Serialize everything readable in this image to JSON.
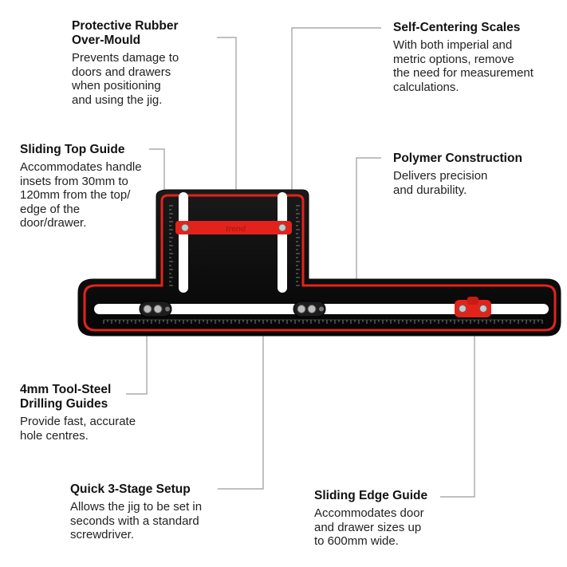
{
  "colors": {
    "accent": "#e3231b",
    "body": "#0e0e0e",
    "leader": "#9a9a9a"
  },
  "callouts": {
    "rubber": {
      "title": "Protective Rubber\nOver-Mould",
      "desc": "Prevents damage to\ndoors and drawers\nwhen positioning\nand using the jig."
    },
    "scales": {
      "title": "Self-Centering Scales",
      "desc": "With both imperial and\nmetric options, remove\nthe need for measurement\ncalculations."
    },
    "top_guide": {
      "title": "Sliding Top Guide",
      "desc": "Accommodates handle\ninsets from 30mm to\n120mm from the top/\nedge of the\ndoor/drawer."
    },
    "polymer": {
      "title": "Polymer Construction",
      "desc": "Delivers precision\nand durability."
    },
    "drilling": {
      "title": "4mm Tool-Steel\nDrilling Guides",
      "desc": "Provide fast, accurate\nhole centres."
    },
    "setup": {
      "title": "Quick 3-Stage Setup",
      "desc": "Allows the jig to be set in\nseconds with a standard\nscrewdriver."
    },
    "edge_guide": {
      "title": "Sliding Edge Guide",
      "desc": "Accommodates door\nand drawer sizes up\nto 600mm wide."
    }
  },
  "jig": {
    "brand": "trend"
  }
}
